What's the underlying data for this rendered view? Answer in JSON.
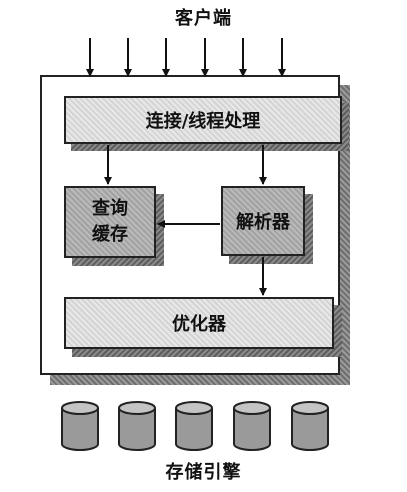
{
  "top_label": "客户端",
  "bottom_label": "存储引擎",
  "boxes": {
    "connection": "连接/线程处理",
    "cache_line1": "查询",
    "cache_line2": "缓存",
    "parser": "解析器",
    "optimizer": "优化器"
  }
}
